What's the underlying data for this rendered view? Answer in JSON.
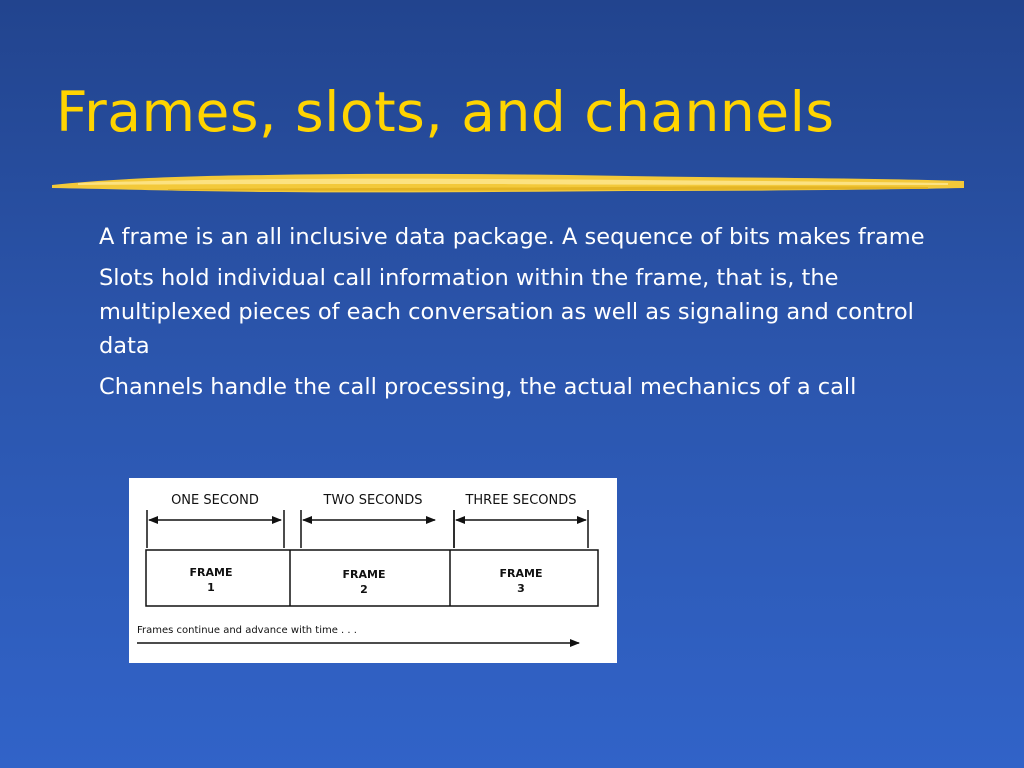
{
  "slide": {
    "title": "Frames, slots, and channels",
    "bullets": [
      "A frame is an all inclusive data package. A sequence of bits makes frame",
      "Slots hold individual call information within the frame, that is, the multiplexed pieces of each conversation as well as signaling and control data",
      "Channels handle the call processing, the actual mechanics of a call"
    ]
  },
  "diagram": {
    "durations": [
      "ONE SECOND",
      "TWO SECONDS",
      "THREE SECONDS"
    ],
    "frames": [
      {
        "label": "FRAME",
        "number": "1"
      },
      {
        "label": "FRAME",
        "number": "2"
      },
      {
        "label": "FRAME",
        "number": "3"
      }
    ],
    "caption": "Frames continue and advance with time . . ."
  },
  "colors": {
    "title": "#ffd400",
    "background_top": "#22448e",
    "background_bottom": "#3163c8",
    "text": "#ffffff"
  }
}
